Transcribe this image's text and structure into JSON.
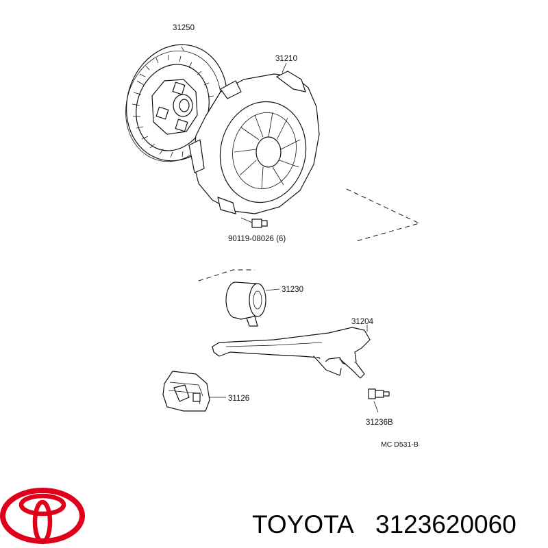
{
  "parts": {
    "clutch_disc": "31250",
    "pressure_plate": "31210",
    "bolt": "90119-08026 (6)",
    "release_bearing": "31230",
    "release_fork": "31204",
    "fork_boot": "31126",
    "fork_pivot": "31236B"
  },
  "diagram_code": "MC  D531-B",
  "brand": {
    "name": "TOYOTA",
    "part_number": "3123620060",
    "logo_color": "#e1001a"
  }
}
